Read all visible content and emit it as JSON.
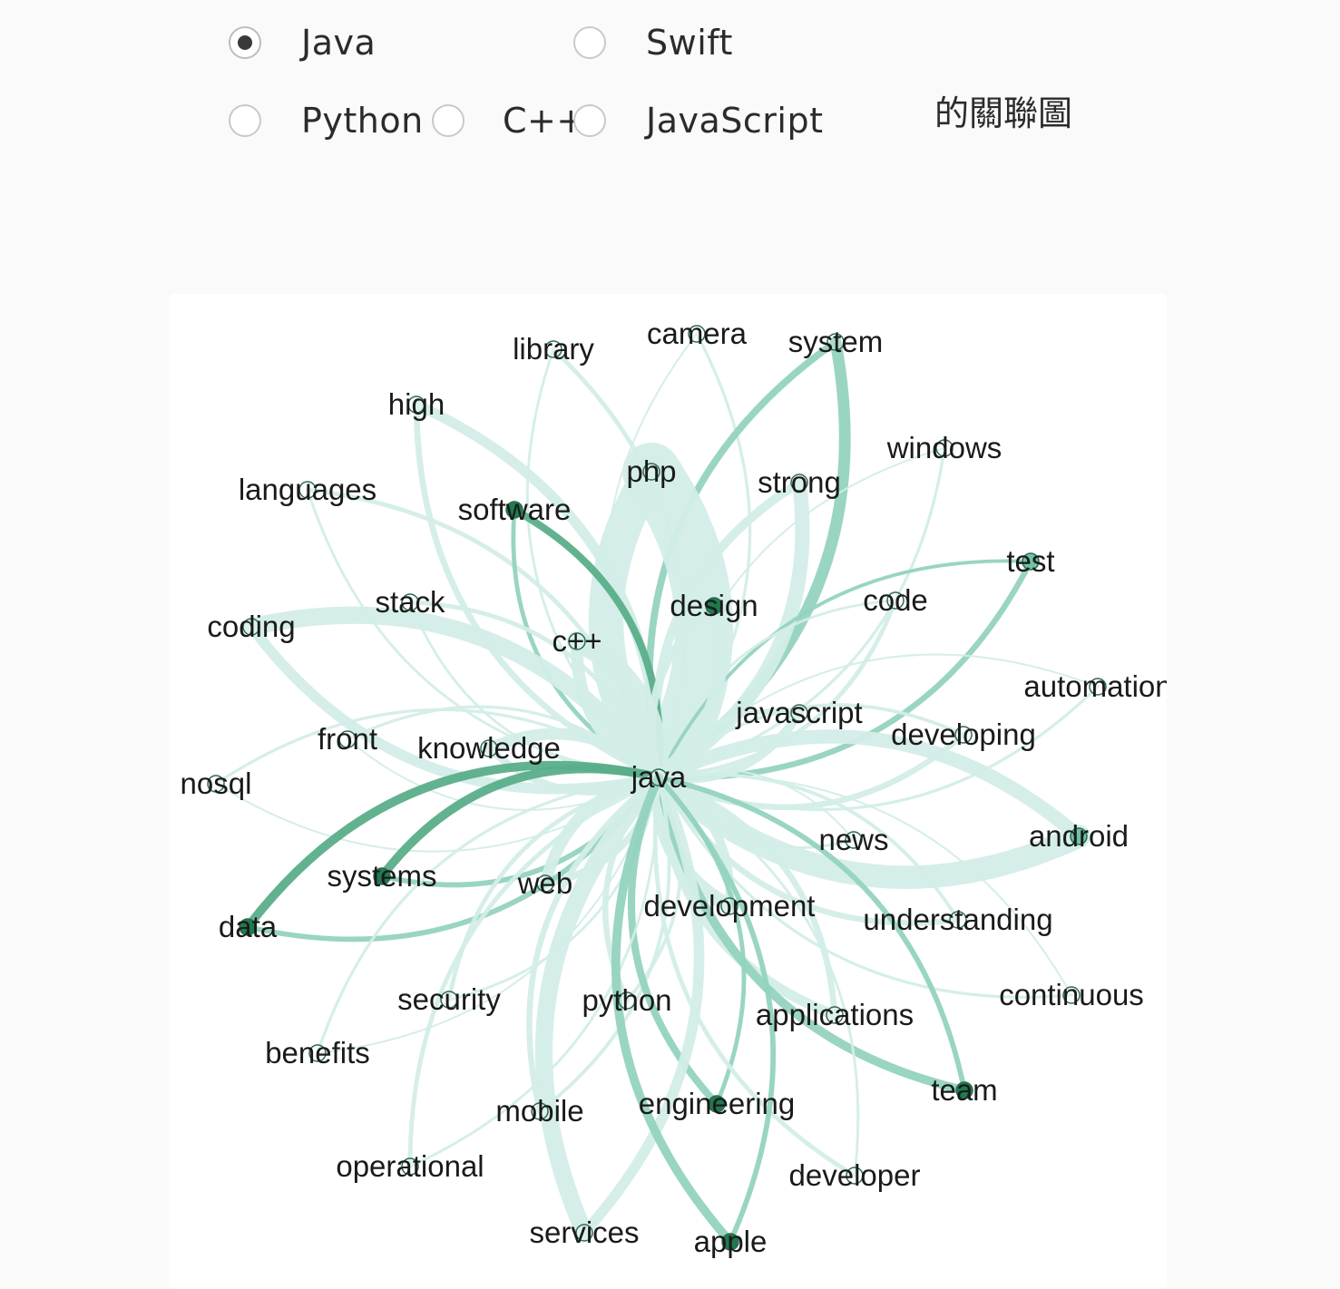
{
  "language_selector": {
    "options": [
      {
        "label": "Java",
        "checked": true
      },
      {
        "label": "Swift",
        "checked": false
      },
      {
        "label": "Python",
        "checked": false
      },
      {
        "label": "C++",
        "checked": false
      },
      {
        "label": "JavaScript",
        "checked": false
      }
    ]
  },
  "graph": {
    "title_suffix": "的關聯圖",
    "edge_color_light": "#d3ede8",
    "edge_color_mid": "#94d3bf",
    "edge_color_dark": "#5aae8a",
    "node_fill_dark": "#1f7a4d",
    "node_fill_light": "#ffffff",
    "center": "java",
    "nodes": [
      {
        "id": "java",
        "weight": 0
      },
      {
        "id": "library",
        "weight": 3
      },
      {
        "id": "camera",
        "weight": 2
      },
      {
        "id": "system",
        "weight": 8
      },
      {
        "id": "high",
        "weight": 7
      },
      {
        "id": "windows",
        "weight": 2
      },
      {
        "id": "php",
        "weight": 40
      },
      {
        "id": "strong",
        "weight": 10
      },
      {
        "id": "languages",
        "weight": 3
      },
      {
        "id": "software",
        "weight": 5
      },
      {
        "id": "test",
        "weight": 4
      },
      {
        "id": "design",
        "weight": 9
      },
      {
        "id": "code",
        "weight": 3
      },
      {
        "id": "stack",
        "weight": 3
      },
      {
        "id": "coding",
        "weight": 12
      },
      {
        "id": "c++",
        "weight": 14
      },
      {
        "id": "automation",
        "weight": 2
      },
      {
        "id": "javascript",
        "weight": 6
      },
      {
        "id": "developing",
        "weight": 4
      },
      {
        "id": "front",
        "weight": 2
      },
      {
        "id": "knowledge",
        "weight": 8
      },
      {
        "id": "nosql",
        "weight": 2
      },
      {
        "id": "news",
        "weight": 2
      },
      {
        "id": "android",
        "weight": 16
      },
      {
        "id": "systems",
        "weight": 6
      },
      {
        "id": "web",
        "weight": 8
      },
      {
        "id": "data",
        "weight": 6
      },
      {
        "id": "development",
        "weight": 10
      },
      {
        "id": "understanding",
        "weight": 4
      },
      {
        "id": "continuous",
        "weight": 2
      },
      {
        "id": "security",
        "weight": 3
      },
      {
        "id": "python",
        "weight": 4
      },
      {
        "id": "applications",
        "weight": 7
      },
      {
        "id": "benefits",
        "weight": 2
      },
      {
        "id": "team",
        "weight": 6
      },
      {
        "id": "mobile",
        "weight": 4
      },
      {
        "id": "engineering",
        "weight": 5
      },
      {
        "id": "operational",
        "weight": 3
      },
      {
        "id": "developer",
        "weight": 3
      },
      {
        "id": "services",
        "weight": 12
      },
      {
        "id": "apple",
        "weight": 6
      }
    ]
  }
}
